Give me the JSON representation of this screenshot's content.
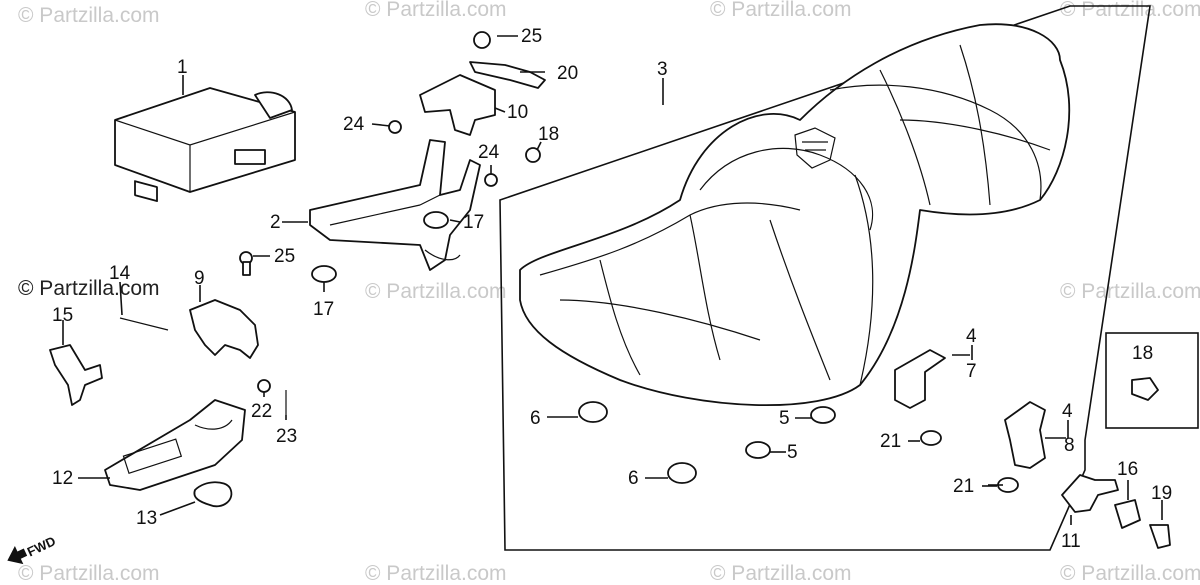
{
  "watermark": "© Partzilla.com",
  "fwd_label": "FWD",
  "callouts": [
    "1",
    "2",
    "3",
    "4",
    "4",
    "5",
    "5",
    "6",
    "6",
    "7",
    "8",
    "9",
    "10",
    "11",
    "12",
    "13",
    "14",
    "15",
    "16",
    "17",
    "17",
    "18",
    "18",
    "19",
    "20",
    "21",
    "21",
    "22",
    "23",
    "24",
    "24",
    "25",
    "25"
  ],
  "colors": {
    "line": "#111111",
    "watermark": "#c9c9c9",
    "background": "#ffffff"
  },
  "icons": [
    "fwd-arrow-icon"
  ]
}
